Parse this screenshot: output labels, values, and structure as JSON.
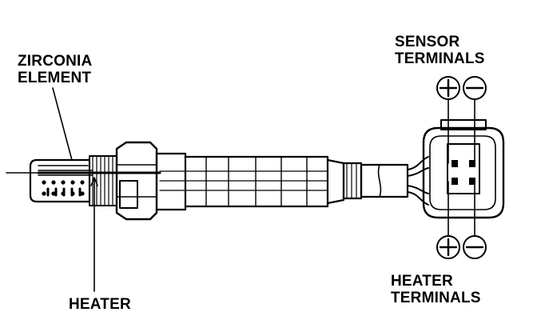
{
  "labels": {
    "zirconia_element": [
      "ZIRCONIA",
      "ELEMENT"
    ],
    "sensor_terminals": [
      "SENSOR",
      "TERMINALS"
    ],
    "heater": "HEATER",
    "heater_terminals": [
      "HEATER",
      "TERMINALS"
    ]
  },
  "terminal_symbols": {
    "positive": "+",
    "negative": "−"
  },
  "colors": {
    "ink": "#000000",
    "paper": "#ffffff"
  }
}
